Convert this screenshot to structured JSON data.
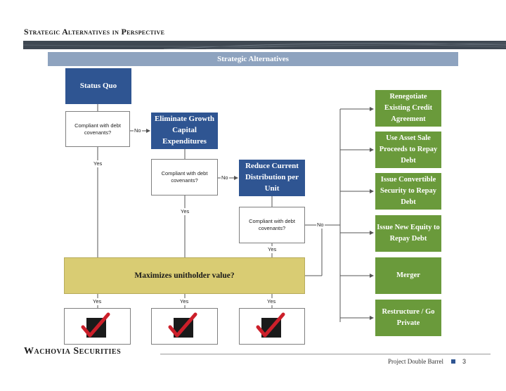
{
  "page_title": "Strategic Alternatives in Perspective",
  "banner": "Strategic Alternatives",
  "boxes": {
    "status_quo": "Status Quo",
    "eliminate_growth": "Eliminate Growth Capital Expenditures",
    "reduce_distribution": "Reduce Current Distribution per Unit",
    "question": "Compliant with debt covenants?",
    "maximizes": "Maximizes unitholder value?"
  },
  "labels": {
    "yes": "Yes",
    "no": "No"
  },
  "alternatives": [
    "Renegotiate Existing Credit Agreement",
    "Use Asset Sale Proceeds to Repay Debt",
    "Issue Convertible Security to Repay Debt",
    "Issue New Equity to Repay Debt",
    "Merger",
    "Restructure / Go Private"
  ],
  "footer": {
    "logo": "Wachovia Securities",
    "project": "Project Double Barrel",
    "page": "3"
  },
  "colors": {
    "blue": "#2f5592",
    "green": "#6a9a3b",
    "gold": "#d9cc73",
    "banner": "#8ea3bf",
    "check": "#cc1f2a"
  }
}
